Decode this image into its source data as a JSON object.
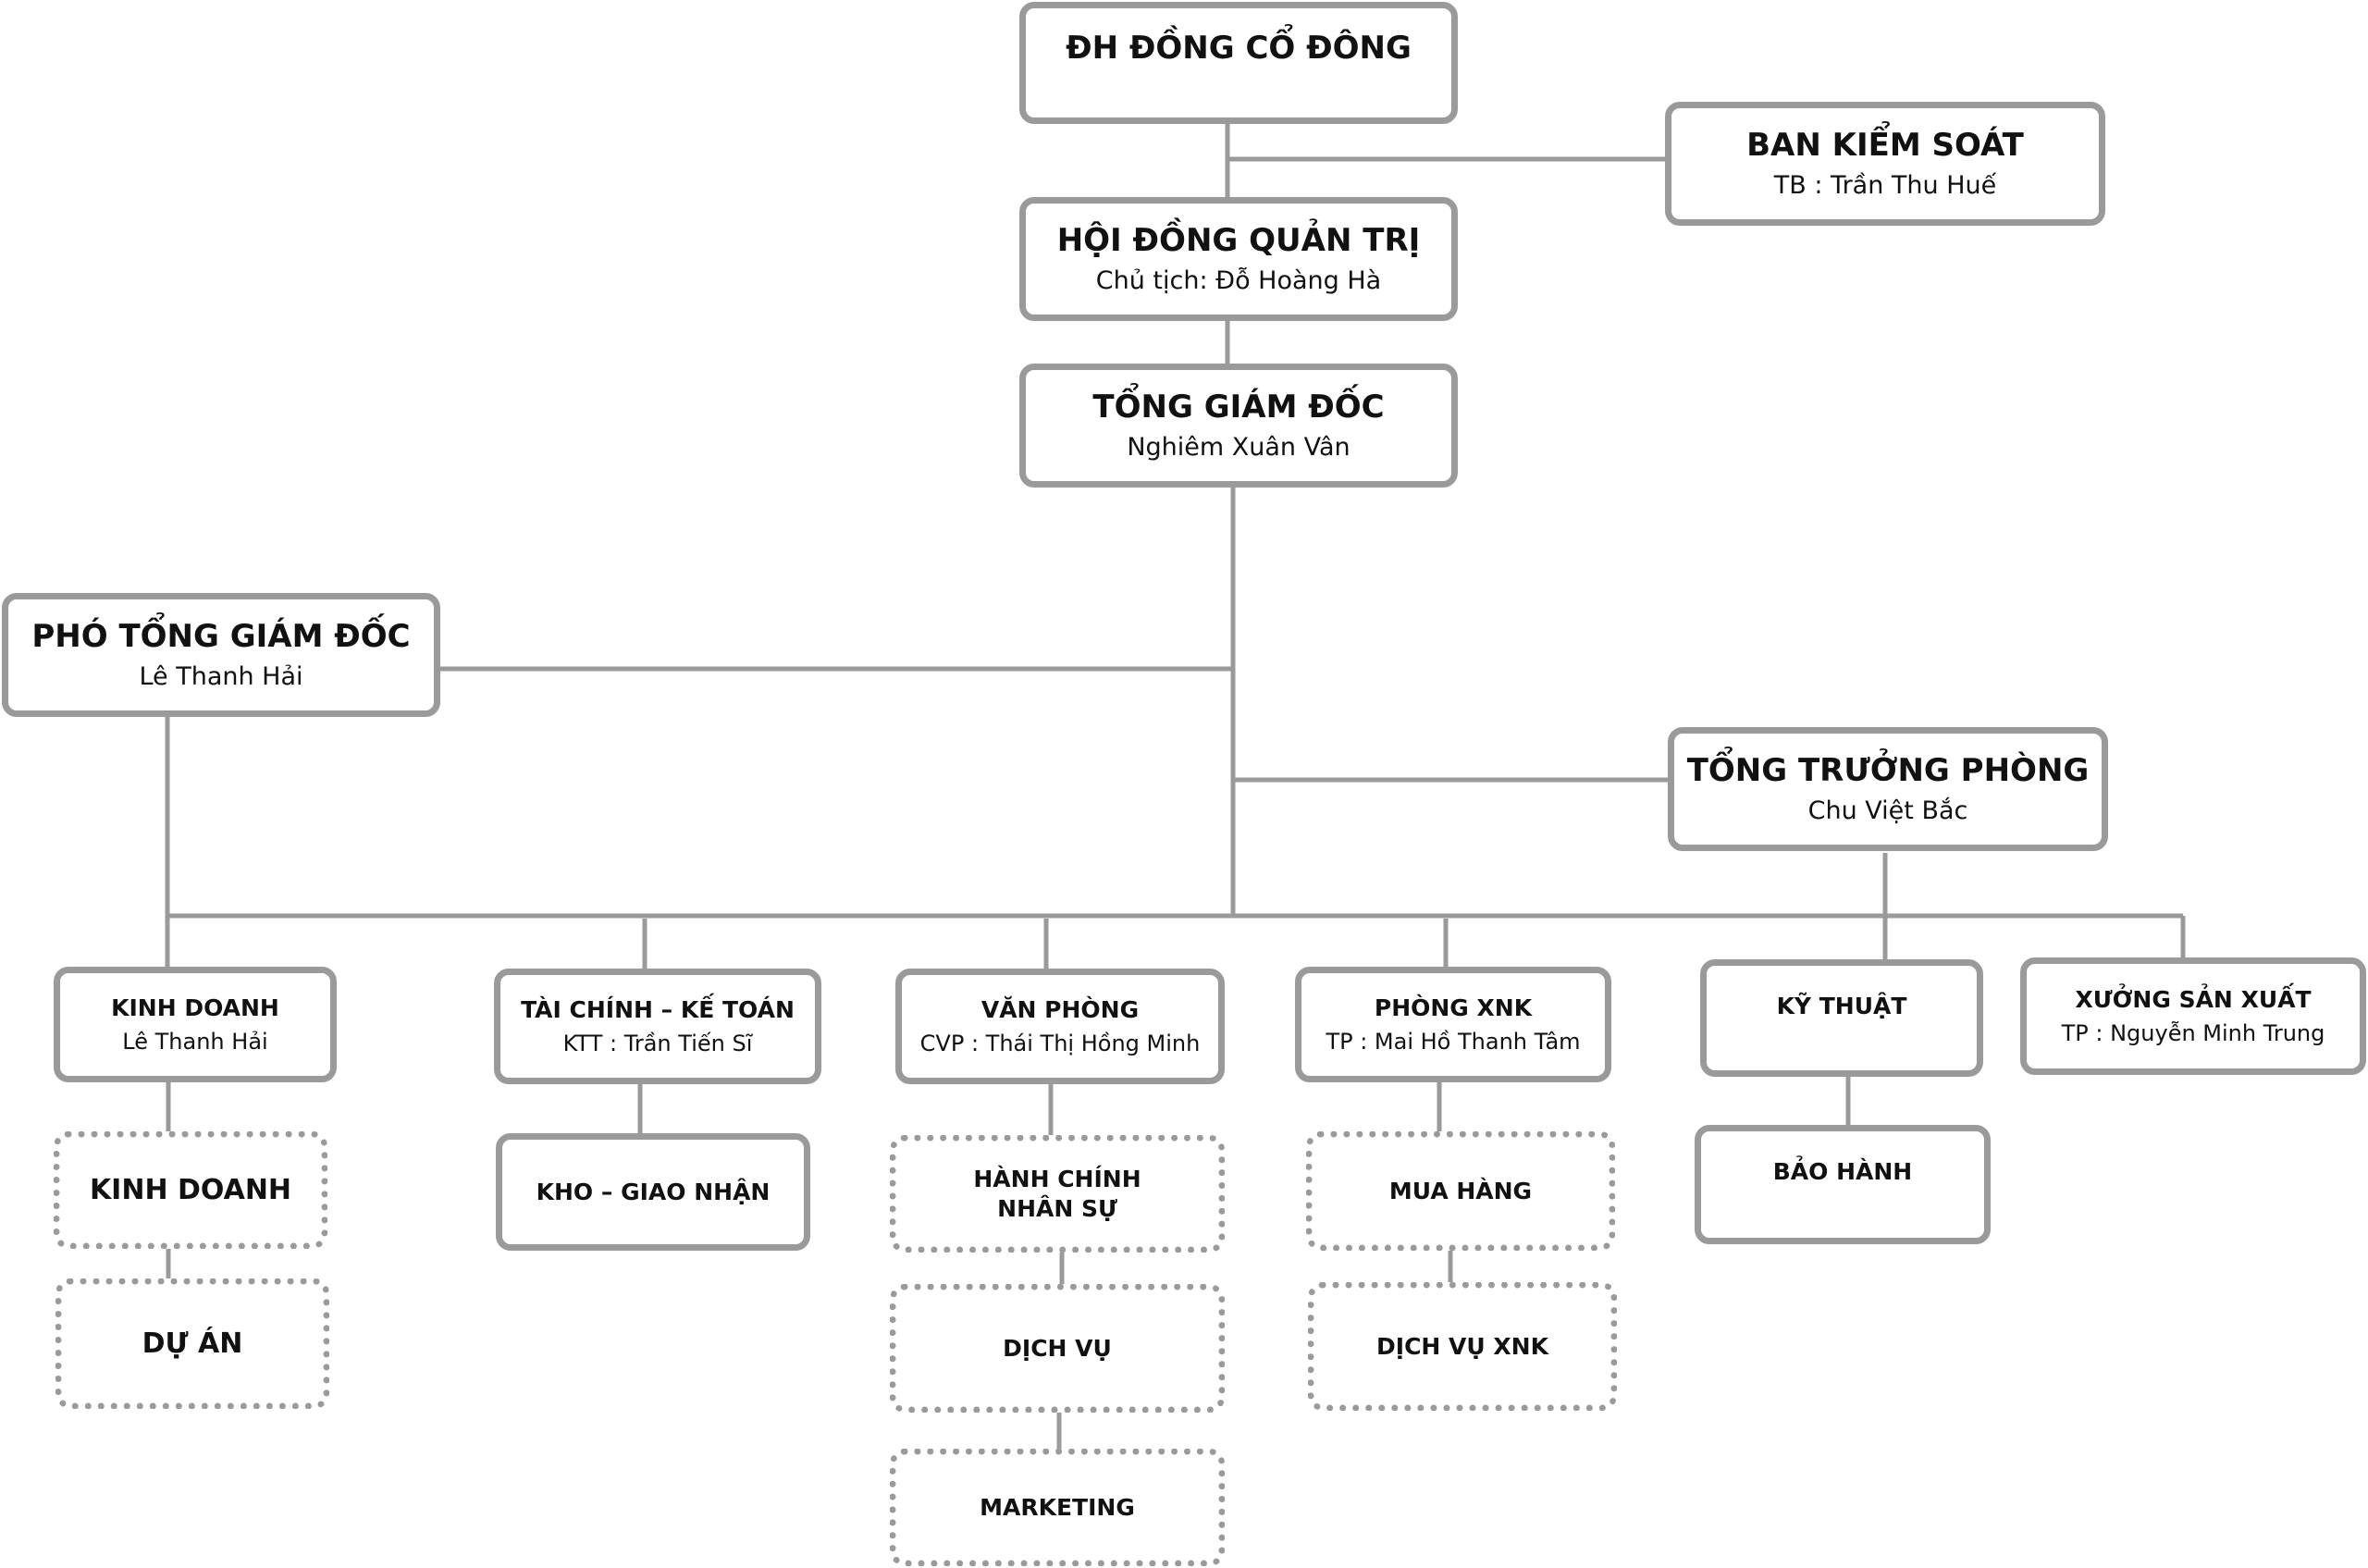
{
  "top": {
    "shareholders": {
      "title": "ĐH ĐỒNG CỔ ĐÔNG"
    },
    "supervisory": {
      "title": "BAN KIỂM SOÁT",
      "person": "TB : Trần Thu Huế"
    },
    "board": {
      "title": "HỘI ĐỒNG QUẢN TRỊ",
      "person": "Chủ tịch: Đỗ Hoàng Hà"
    },
    "ceo": {
      "title": "TỔNG GIÁM ĐỐC",
      "person": "Nghiêm Xuân Vân"
    },
    "deputy_ceo": {
      "title": "PHÓ TỔNG GIÁM ĐỐC",
      "person": "Lê Thanh Hải"
    },
    "chief_head": {
      "title": "TỔNG TRƯỞNG PHÒNG",
      "person": "Chu Việt Bắc"
    }
  },
  "departments": {
    "sales": {
      "title": "KINH DOANH",
      "person": "Lê Thanh Hải"
    },
    "finance": {
      "title": "TÀI CHÍNH – KẾ TOÁN",
      "person": "KTT : Trần Tiến Sĩ"
    },
    "office": {
      "title": "VĂN PHÒNG",
      "person": "CVP : Thái Thị Hồng Minh"
    },
    "import_export": {
      "title": "PHÒNG XNK",
      "person": "TP : Mai Hồ Thanh Tâm"
    },
    "technical": {
      "title": "KỸ THUẬT"
    },
    "factory": {
      "title": "XƯỞNG SẢN XUẤT",
      "person": "TP : Nguyễn Minh Trung"
    }
  },
  "units": {
    "sales_unit": "KINH DOANH",
    "projects": "DỰ ÁN",
    "warehouse": "KHO – GIAO NHẬN",
    "hr_admin": "HÀNH CHÍNH\nNHÂN SỰ",
    "services": "DỊCH VỤ",
    "marketing": "MARKETING",
    "purchasing": "MUA HÀNG",
    "xnk_services": "DỊCH VỤ XNK",
    "warranty": "BẢO HÀNH"
  }
}
